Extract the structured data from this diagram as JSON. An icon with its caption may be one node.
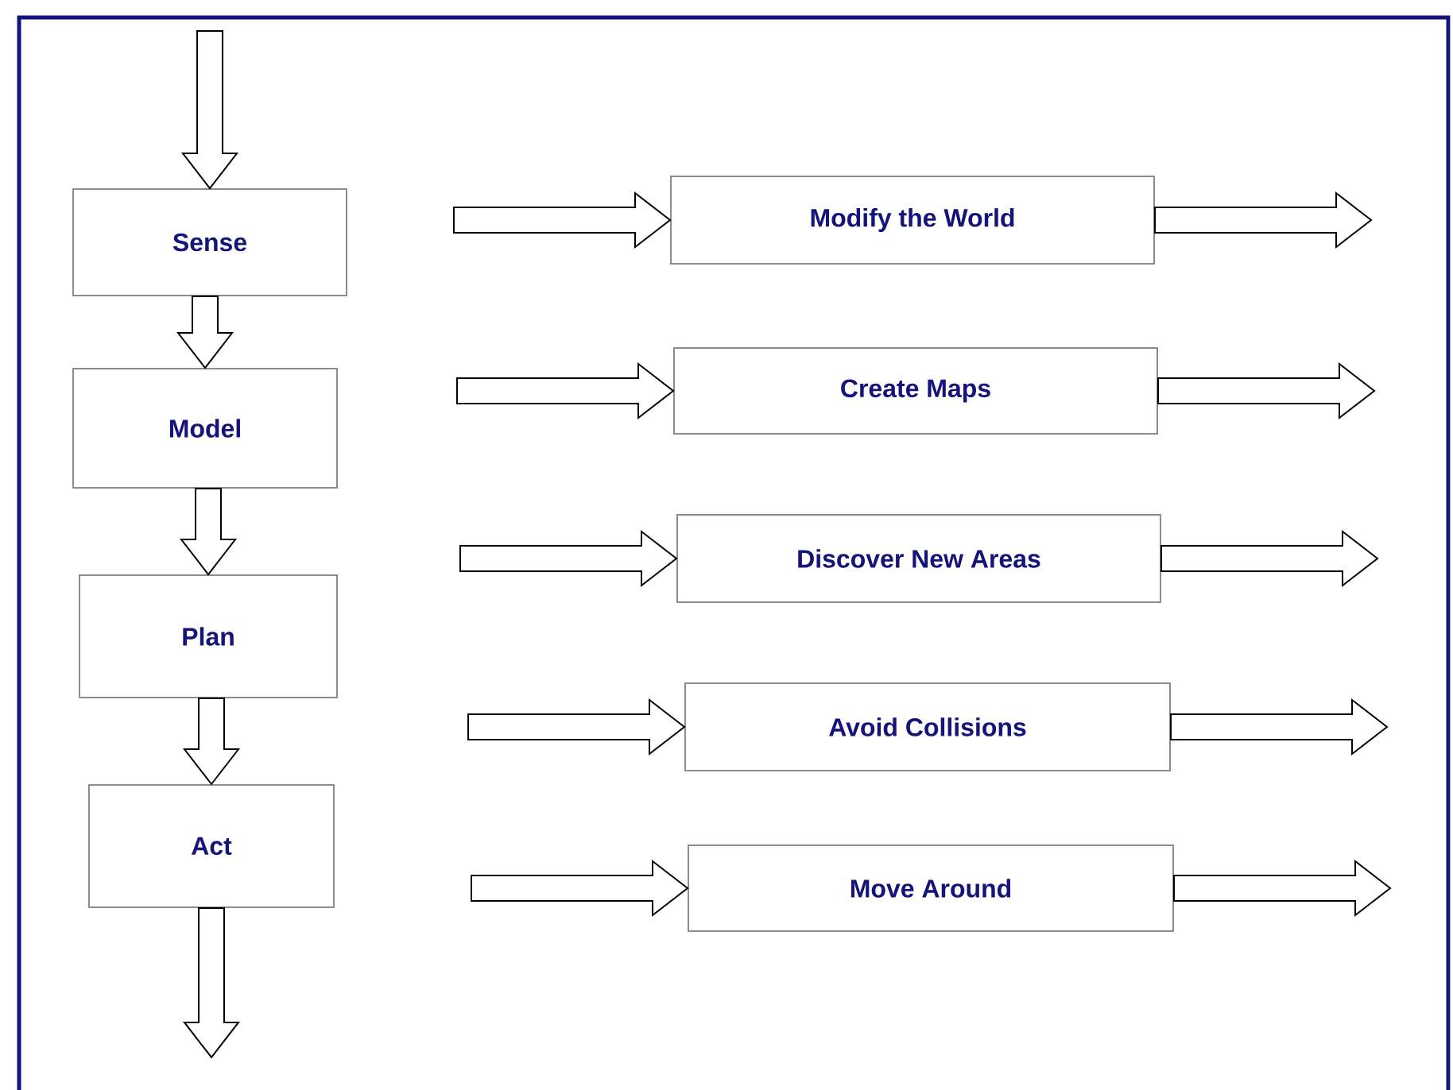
{
  "diagram": {
    "nodes": [
      {
        "text": [
          "Sense"
        ]
      },
      {
        "text": [
          "Model"
        ]
      },
      {
        "text": [
          "Plan"
        ]
      },
      {
        "text": [
          "Act"
        ]
      },
      {
        "text": [
          "Modify the World"
        ]
      },
      {
        "text": [
          "Create Maps"
        ]
      },
      {
        "text": [
          "Discover New Areas"
        ]
      },
      {
        "text": [
          "Avoid Collisions"
        ]
      },
      {
        "text": [
          "Move Around"
        ]
      }
    ],
    "edges": [
      {
        "from": null,
        "to": 0,
        "arrow": "to"
      },
      {
        "from": 0,
        "to": 1,
        "arrow": "to"
      },
      {
        "from": 1,
        "to": 2,
        "arrow": "to"
      },
      {
        "from": 2,
        "to": 3,
        "arrow": "to"
      },
      {
        "from": 3,
        "to": null,
        "arrow": "to"
      },
      {
        "from": null,
        "to": 4,
        "arrow": "to"
      },
      {
        "from": 4,
        "to": null,
        "arrow": "to"
      },
      {
        "from": null,
        "to": 5,
        "arrow": "to"
      },
      {
        "from": 5,
        "to": null,
        "arrow": "to"
      },
      {
        "from": null,
        "to": 6,
        "arrow": "to"
      },
      {
        "from": 6,
        "to": null,
        "arrow": "to"
      },
      {
        "from": null,
        "to": 7,
        "arrow": "to"
      },
      {
        "from": 7,
        "to": null,
        "arrow": "to"
      },
      {
        "from": null,
        "to": 8,
        "arrow": "to"
      },
      {
        "from": 8,
        "to": null,
        "arrow": "to"
      }
    ]
  }
}
